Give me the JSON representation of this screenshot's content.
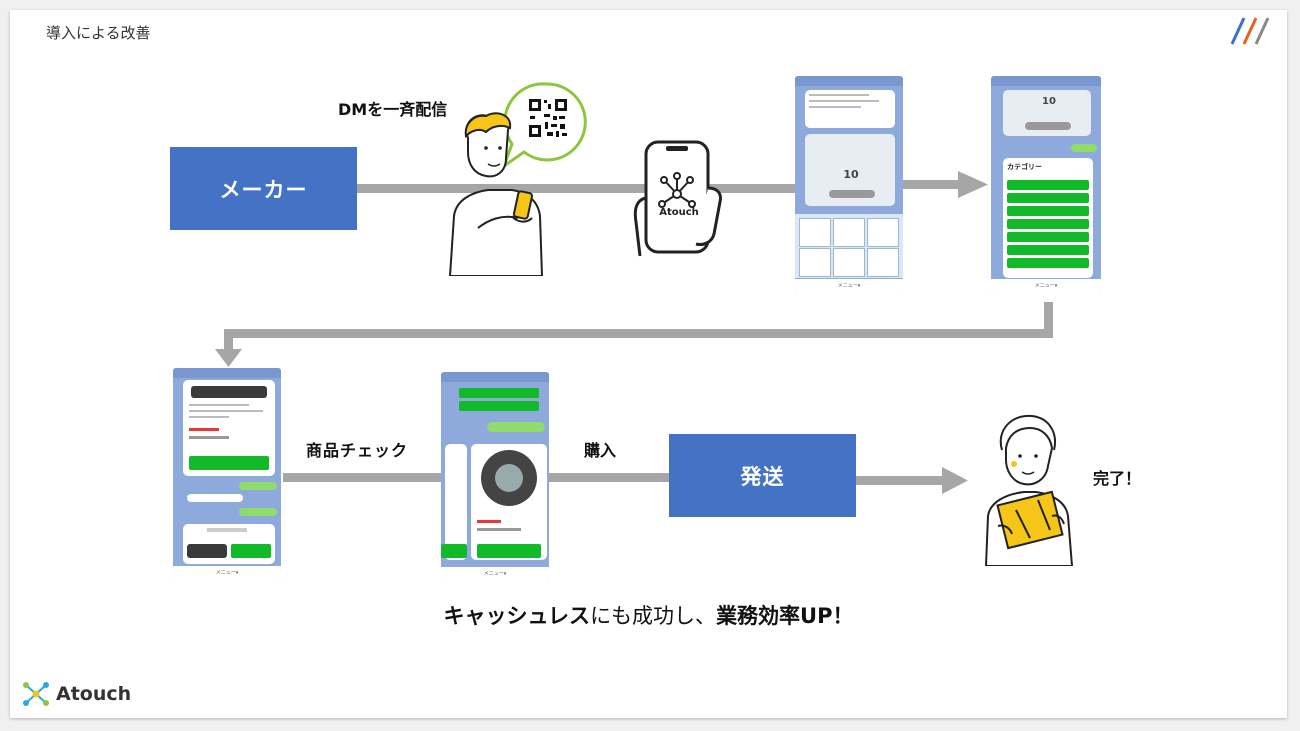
{
  "header": {
    "title": "導入による改善"
  },
  "nodes": {
    "maker": "メーカー",
    "shipping": "発送"
  },
  "labels": {
    "dm": "DMを一斉配信",
    "check": "商品チェック",
    "purchase": "購入",
    "done": "完了！"
  },
  "phone_icon": {
    "brand": "Atouch"
  },
  "screen1": {
    "percent": "10",
    "footer": "メニュー▾"
  },
  "screen2": {
    "category_title": "カテゴリー",
    "percent": "10",
    "footer": "メニュー▾"
  },
  "screen3": {
    "footer": "メニュー▾"
  },
  "screen4": {
    "footer": "メニュー▾"
  },
  "summary": {
    "part1": "キャッシュレス",
    "part2": "にも成功し、",
    "part3": "業務効率UP！"
  },
  "logo": {
    "text": "Atouch"
  },
  "colors": {
    "blue_box": "#4472c4",
    "arrow": "#a6a6a6",
    "line_green": "#12b928",
    "speech_border": "#8cc63f",
    "person_yellow": "#f5c518"
  }
}
